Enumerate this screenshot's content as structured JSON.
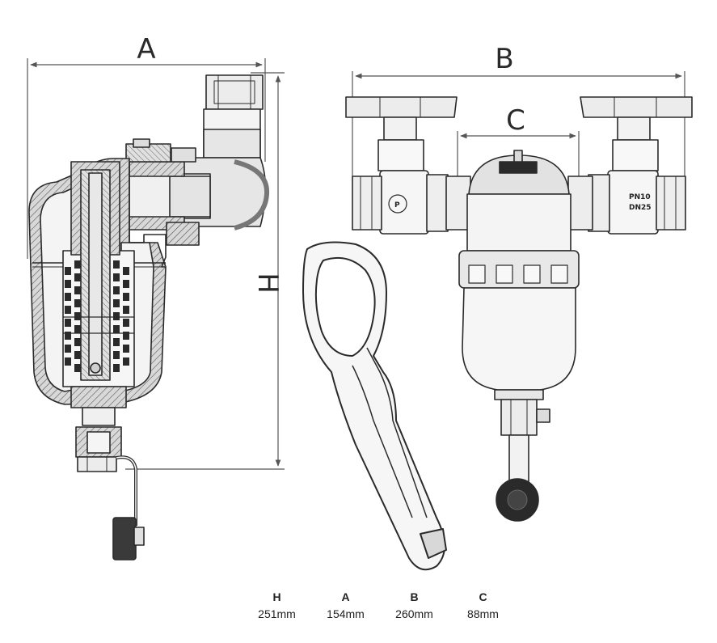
{
  "labels": {
    "dim_a": "A",
    "dim_b": "B",
    "dim_c": "C",
    "dim_h": "H",
    "valve_mark_left": "P",
    "valve_mark_right_1": "PN10",
    "valve_mark_right_2": "DN25"
  },
  "table": {
    "headers": [
      "H",
      "A",
      "B",
      "C"
    ],
    "values": [
      "251mm",
      "154mm",
      "260mm",
      "88mm"
    ]
  },
  "colors": {
    "stroke": "#2a2a2a",
    "fill_light": "#e8e8e8",
    "fill_mid": "#cfcfcf",
    "dim_line": "#555555"
  }
}
